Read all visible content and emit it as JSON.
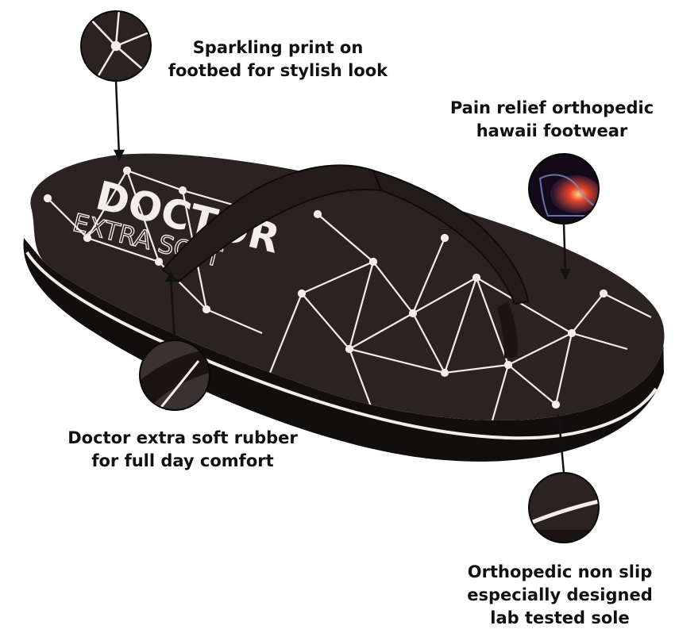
{
  "captions": {
    "sparkling_print": [
      "Sparkling print on",
      "footbed  for stylish look"
    ],
    "pain_relief": [
      "Pain relief orthopedic",
      "hawaii footwear"
    ],
    "extra_soft": [
      "Doctor extra soft rubber",
      "for full day comfort"
    ],
    "non_slip": [
      "Orthopedic non slip",
      "especially designed",
      "lab tested sole"
    ]
  },
  "product": {
    "brand_text": "DOCTOR",
    "brand_subtext": "EXTRA SOFT"
  },
  "colors": {
    "sole": "#2a2321",
    "sole_dark": "#181312",
    "strap": "#221c1a",
    "print": "#f2efe9",
    "caption_text": "#111111",
    "accent_foot_glow": "#e8452a"
  }
}
